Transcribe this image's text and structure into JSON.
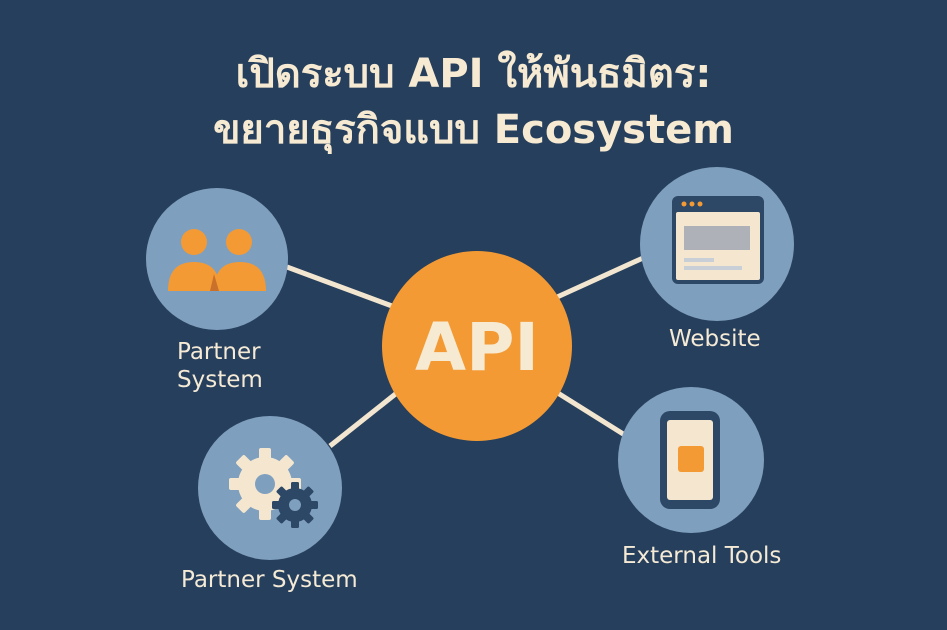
{
  "title": {
    "line1": "เปิดระบบ  API ให้พันธมิตร:",
    "line2": "ขยายธุรกิจแบบ Ecosystem"
  },
  "center": {
    "label": "API"
  },
  "nodes": {
    "top_left": {
      "label_line1": "Partner",
      "label_line2": "System",
      "icon": "people-icon"
    },
    "bottom_left": {
      "label": "Partner System",
      "icon": "gears-icon"
    },
    "top_right": {
      "label": "Website",
      "icon": "browser-window-icon"
    },
    "bottom_right": {
      "label": "External Tools",
      "icon": "mobile-phone-icon"
    }
  },
  "colors": {
    "background": "#263f5c",
    "node_circle": "#7f9fbf",
    "center_circle": "#f39a34",
    "connector": "#f3e6d0",
    "text": "#f5ead6",
    "accent": "#f39a34"
  }
}
